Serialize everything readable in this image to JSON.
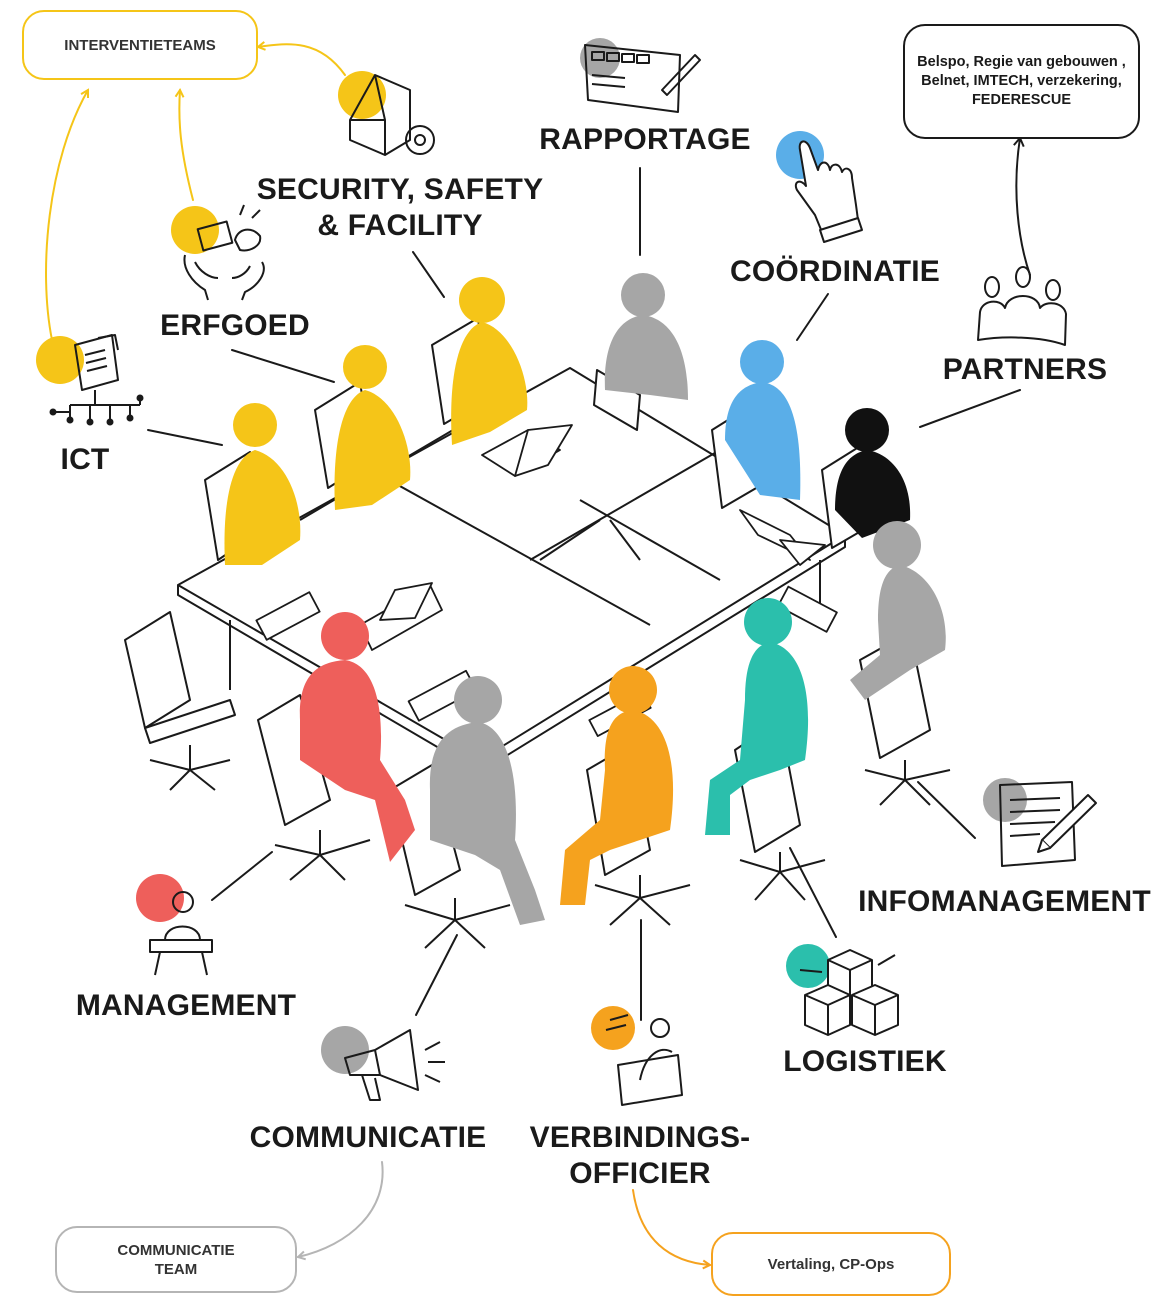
{
  "colors": {
    "yellow": "#f5c518",
    "gray": "#a6a6a6",
    "blue": "#5aaee8",
    "black": "#111111",
    "red": "#ee5f5b",
    "orange": "#f5a21e",
    "teal": "#2bbfac",
    "line": "#1a1a1a"
  },
  "boxes": {
    "interventieteams": "INTERVENTIETEAMS",
    "partners_detail": "Belspo, Regie van gebouwen , Belnet, IMTECH, verzekering, FEDERESCUE",
    "communicatie_team": "COMMUNICATIE TEAM",
    "vertaling": "Vertaling, CP-Ops"
  },
  "labels": {
    "security_line1": "SECURITY, SAFETY",
    "security_line2": "& FACILITY",
    "rapportage": "RAPPORTAGE",
    "coordinatie": "COÖRDINATIE",
    "partners": "PARTNERS",
    "erfgoed": "ERFGOED",
    "ict": "ICT",
    "infomanagement": "INFOMANAGEMENT",
    "management": "MANAGEMENT",
    "logistiek": "LOGISTIEK",
    "communicatie": "COMMUNICATIE",
    "verbindings_line1": "VERBINDINGS-",
    "verbindings_line2": "OFFICIER"
  },
  "icons": [
    "house-gear-icon",
    "report-form-icon",
    "hand-pointer-icon",
    "people-group-icon",
    "hands-heritage-icon",
    "network-document-icon",
    "document-sign-icon",
    "speaker-podium-icon",
    "boxes-icon",
    "megaphone-icon",
    "envelope-person-icon"
  ]
}
